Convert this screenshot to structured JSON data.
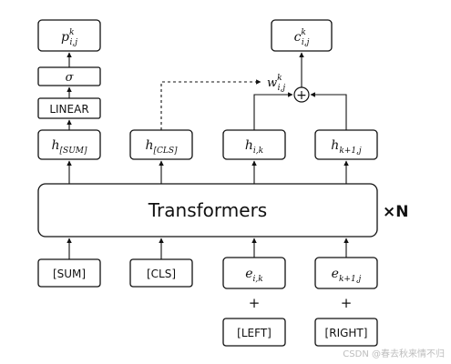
{
  "nodes": {
    "p_out": {
      "base": "p",
      "sup": "k",
      "sub": "i,j"
    },
    "c_out": {
      "base": "c",
      "sup": "k",
      "sub": "i,j"
    },
    "sigma": "σ",
    "linear": "LINEAR",
    "h_sum": {
      "base": "h",
      "sub": "[SUM]"
    },
    "h_cls": {
      "base": "h",
      "sub": "[CLS]"
    },
    "h_ik": {
      "base": "h",
      "sub": "i,k"
    },
    "h_k1j": {
      "base": "h",
      "sub": "k+1,j"
    },
    "transformers": "Transformers",
    "times_n": "×N",
    "sum_tok": "[SUM]",
    "cls_tok": "[CLS]",
    "e_ik": {
      "base": "e",
      "sub": "i,k"
    },
    "e_k1j": {
      "base": "e",
      "sub": "k+1,j"
    },
    "plus": "+",
    "left_tok": "[LEFT]",
    "right_tok": "[RIGHT]",
    "weight": {
      "base": "w",
      "sup": "k",
      "sub": "i,j"
    },
    "add_op": "+"
  },
  "watermark": "CSDN @春去秋来情不归"
}
